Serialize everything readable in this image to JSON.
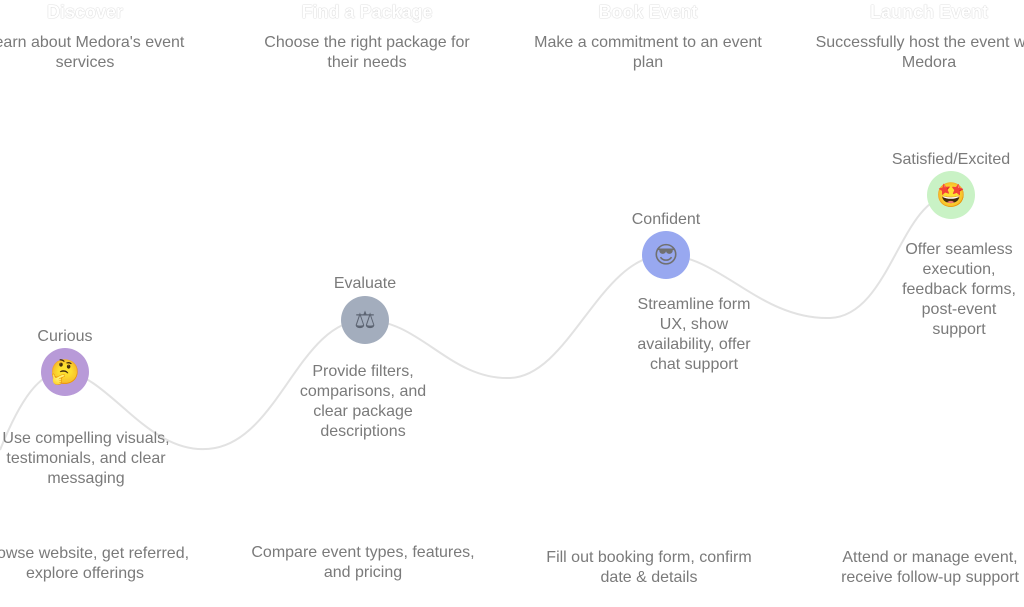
{
  "stages": [
    {
      "title": "Discover",
      "description": "Learn about Medora's event services"
    },
    {
      "title": "Find a Package",
      "description": "Choose the right package for their needs"
    },
    {
      "title": "Book Event",
      "description": "Make a commitment to an event plan"
    },
    {
      "title": "Launch Event",
      "description": "Successfully host the event with Medora"
    }
  ],
  "emotions": [
    {
      "label": "Curious",
      "icon": "thinking-face-icon",
      "color": "#b89ad8",
      "glyph": "🤔",
      "opportunity": "Use compelling visuals, testimonials, and clear messaging"
    },
    {
      "label": "Evaluate",
      "icon": "balance-scale-icon",
      "color": "#a3adbd",
      "glyph": "⚖",
      "opportunity": "Provide filters, comparisons, and clear package descriptions"
    },
    {
      "label": "Confident",
      "icon": "sunglasses-face-icon",
      "color": "#98a8f0",
      "glyph": "😎",
      "opportunity": "Streamline form UX, show availability, offer chat support"
    },
    {
      "label": "Satisfied/Excited",
      "icon": "star-struck-face-icon",
      "color": "#c9f2c5",
      "glyph": "🤩",
      "opportunity": "Offer seamless execution, feedback forms, post-event support"
    }
  ],
  "actions": [
    "Browse website, get referred, explore offerings",
    "Compare event types, features, and pricing",
    "Fill out booking form, confirm date & details",
    "Attend or manage event, receive follow-up support"
  ]
}
